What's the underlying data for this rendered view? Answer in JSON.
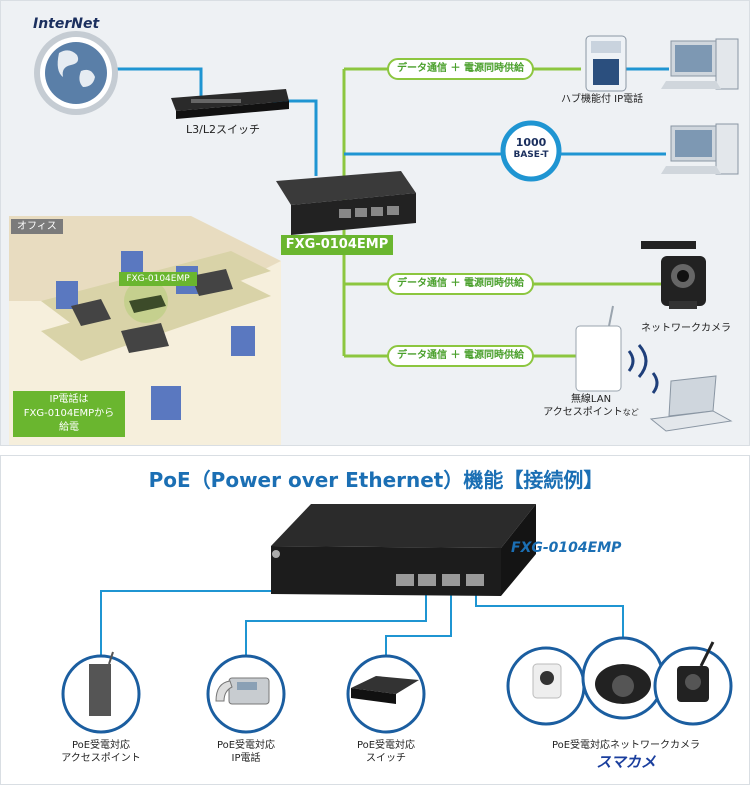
{
  "top": {
    "internet_label": "InterNet",
    "l3_switch_label": "L3/L2スイッチ",
    "device_label": "FXG-0104EMP",
    "office_label": "オフィス",
    "office_device_label": "FXG-0104EMP",
    "office_note": [
      "IP電話は",
      "FXG-0104EMPから",
      "給電"
    ],
    "link_pills": [
      "データ通信 ＋ 電源同時供給",
      "データ通信 ＋ 電源同時供給",
      "データ通信 ＋ 電源同時供給"
    ],
    "speed_badge": [
      "1000",
      "BASE-T"
    ],
    "ip_phone_label": "ハブ機能付 IP電話",
    "camera_label": "ネットワークカメラ",
    "ap_label_line1": "無線LAN",
    "ap_label_line2": "アクセスポイント",
    "ap_label_suffix": "など"
  },
  "bottom": {
    "title": "PoE（Power over Ethernet）機能【接続例】",
    "device_label": "FXG-0104EMP",
    "devices": [
      {
        "line1": "PoE受電対応",
        "line2": "アクセスポイント"
      },
      {
        "line1": "PoE受電対応",
        "line2": "IP電話"
      },
      {
        "line1": "PoE受電対応",
        "line2": "スイッチ"
      },
      {
        "line1": "PoE受電対応ネットワークカメラ",
        "line2": ""
      }
    ],
    "brand": "スマカメ"
  },
  "colors": {
    "green": "#8cc63f",
    "blue_line": "#1f95d2",
    "title_blue": "#1b6fb4",
    "label_green": "#6ab62f"
  }
}
